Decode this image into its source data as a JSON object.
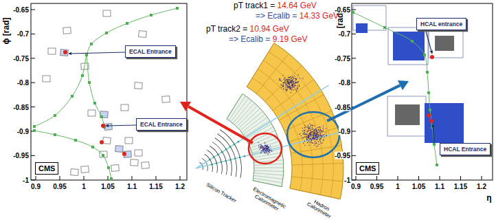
{
  "diagram": {
    "nodes": [
      {
        "text": [
          "ECAL Entrance"
        ]
      },
      {
        "text": [
          "ECAL Entrance"
        ]
      },
      {
        "text": [
          "CMS"
        ]
      },
      {
        "text": [
          "HCAL entrance"
        ]
      },
      {
        "text": [
          "HCAL Entrance"
        ]
      },
      {
        "text": [
          "CMS"
        ]
      }
    ],
    "labels": [
      "pT track1 = 14.64 GeV",
      "=> Ecalib = 14.33 GeV",
      "pT track2 = 10.94 GeV",
      "=> Ecalib = 9.19 GeV",
      "ϕ [rad]",
      "-0.65",
      "-0.7",
      "-0.75",
      "-0.8",
      "-0.85",
      "-0.9",
      "-0.95",
      "-1",
      "0.9",
      "0.95",
      "1",
      "1.05",
      "1.1",
      "1.15",
      "1.2",
      "Silicon Tracker",
      "Electromagnetic Calorimeter",
      "Hadron Calorimeter",
      "[rad]",
      "-0.65",
      "-0.7",
      "-0.75",
      "-0.8",
      "-0.85",
      "-0.9",
      "-0.95",
      "-1",
      "0.9",
      "0.95",
      "1",
      "1.05",
      "1.1",
      "1.15",
      "1.2",
      "η"
    ]
  }
}
